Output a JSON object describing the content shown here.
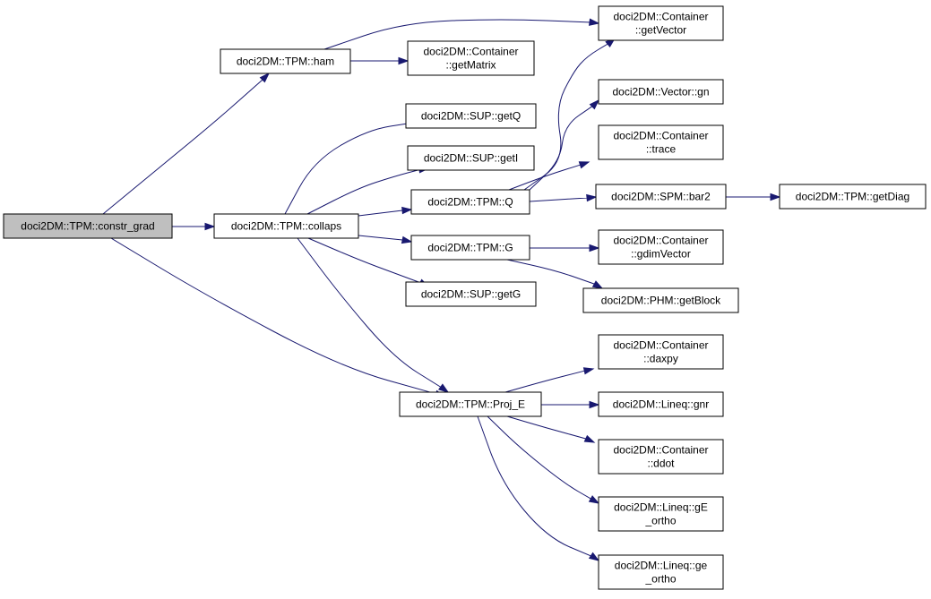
{
  "diagram": {
    "type": "call-graph",
    "colors": {
      "edge": "#191970",
      "node_border": "#000000",
      "node_fill": "#ffffff",
      "root_fill": "#bfbfbf"
    },
    "nodes": [
      {
        "id": "constr_grad",
        "lines": [
          "doci2DM::TPM::constr_grad"
        ],
        "root": true
      },
      {
        "id": "ham",
        "lines": [
          "doci2DM::TPM::ham"
        ]
      },
      {
        "id": "collaps",
        "lines": [
          "doci2DM::TPM::collaps"
        ]
      },
      {
        "id": "proj_e",
        "lines": [
          "doci2DM::TPM::Proj_E"
        ]
      },
      {
        "id": "getvector",
        "lines": [
          "doci2DM::Container",
          "::getVector"
        ]
      },
      {
        "id": "getmatrix",
        "lines": [
          "doci2DM::Container",
          "::getMatrix"
        ]
      },
      {
        "id": "sup_getq",
        "lines": [
          "doci2DM::SUP::getQ"
        ]
      },
      {
        "id": "sup_geti",
        "lines": [
          "doci2DM::SUP::getI"
        ]
      },
      {
        "id": "tpm_q",
        "lines": [
          "doci2DM::TPM::Q"
        ]
      },
      {
        "id": "tpm_g",
        "lines": [
          "doci2DM::TPM::G"
        ]
      },
      {
        "id": "sup_getg",
        "lines": [
          "doci2DM::SUP::getG"
        ]
      },
      {
        "id": "vector_gn",
        "lines": [
          "doci2DM::Vector::gn"
        ]
      },
      {
        "id": "trace",
        "lines": [
          "doci2DM::Container",
          "::trace"
        ]
      },
      {
        "id": "bar2",
        "lines": [
          "doci2DM::SPM::bar2"
        ]
      },
      {
        "id": "getdiag",
        "lines": [
          "doci2DM::TPM::getDiag"
        ]
      },
      {
        "id": "gdimvector",
        "lines": [
          "doci2DM::Container",
          "::gdimVector"
        ]
      },
      {
        "id": "getblock",
        "lines": [
          "doci2DM::PHM::getBlock"
        ]
      },
      {
        "id": "daxpy",
        "lines": [
          "doci2DM::Container",
          "::daxpy"
        ]
      },
      {
        "id": "gnr",
        "lines": [
          "doci2DM::Lineq::gnr"
        ]
      },
      {
        "id": "ddot",
        "lines": [
          "doci2DM::Container",
          "::ddot"
        ]
      },
      {
        "id": "ge_ortho_upper",
        "lines": [
          "doci2DM::Lineq::gE",
          "_ortho"
        ]
      },
      {
        "id": "ge_ortho_lower",
        "lines": [
          "doci2DM::Lineq::ge",
          "_ortho"
        ]
      }
    ],
    "edges": [
      {
        "from": "constr_grad",
        "to": "ham"
      },
      {
        "from": "constr_grad",
        "to": "collaps"
      },
      {
        "from": "constr_grad",
        "to": "proj_e"
      },
      {
        "from": "ham",
        "to": "getvector"
      },
      {
        "from": "ham",
        "to": "getmatrix"
      },
      {
        "from": "collaps",
        "to": "sup_getq"
      },
      {
        "from": "collaps",
        "to": "sup_geti"
      },
      {
        "from": "collaps",
        "to": "tpm_q"
      },
      {
        "from": "collaps",
        "to": "tpm_g"
      },
      {
        "from": "collaps",
        "to": "sup_getg"
      },
      {
        "from": "collaps",
        "to": "proj_e"
      },
      {
        "from": "tpm_q",
        "to": "getvector"
      },
      {
        "from": "tpm_q",
        "to": "vector_gn"
      },
      {
        "from": "tpm_q",
        "to": "trace"
      },
      {
        "from": "tpm_q",
        "to": "bar2"
      },
      {
        "from": "bar2",
        "to": "getdiag"
      },
      {
        "from": "tpm_g",
        "to": "gdimvector"
      },
      {
        "from": "tpm_g",
        "to": "getblock"
      },
      {
        "from": "proj_e",
        "to": "daxpy"
      },
      {
        "from": "proj_e",
        "to": "gnr"
      },
      {
        "from": "proj_e",
        "to": "ddot"
      },
      {
        "from": "proj_e",
        "to": "ge_ortho_upper"
      },
      {
        "from": "proj_e",
        "to": "ge_ortho_lower"
      }
    ]
  }
}
